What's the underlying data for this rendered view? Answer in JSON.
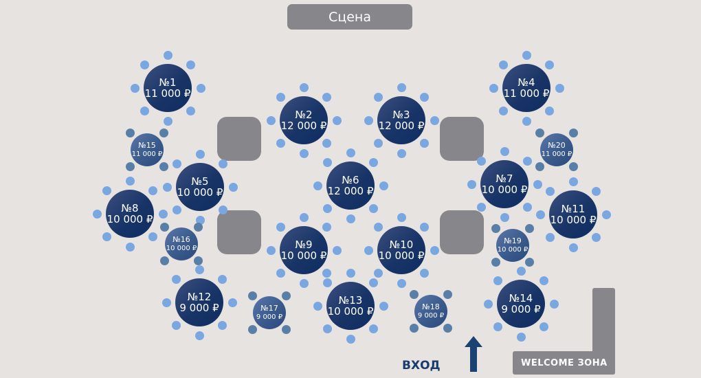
{
  "stage": {
    "label": "Сцена"
  },
  "entrance": {
    "label": "ВХОД"
  },
  "welcome": {
    "label": "WELCOME ЗОНА"
  },
  "colors": {
    "seat_big": "#7ba7e0",
    "seat_small": "#5a7fa6",
    "block": "#87868b",
    "text_dark": "#1a3b6e"
  },
  "tables": [
    {
      "num": "№1",
      "price": "11 000 ₽",
      "size": "big"
    },
    {
      "num": "№2",
      "price": "12 000 ₽",
      "size": "big"
    },
    {
      "num": "№3",
      "price": "12 000 ₽",
      "size": "big"
    },
    {
      "num": "№4",
      "price": "11 000 ₽",
      "size": "big"
    },
    {
      "num": "№5",
      "price": "10 000 ₽",
      "size": "big"
    },
    {
      "num": "№6",
      "price": "12 000 ₽",
      "size": "big"
    },
    {
      "num": "№7",
      "price": "10 000 ₽",
      "size": "big"
    },
    {
      "num": "№8",
      "price": "10 000 ₽",
      "size": "big"
    },
    {
      "num": "№9",
      "price": "10 000 ₽",
      "size": "big"
    },
    {
      "num": "№10",
      "price": "10 000 ₽",
      "size": "big"
    },
    {
      "num": "№11",
      "price": "10 000 ₽",
      "size": "big"
    },
    {
      "num": "№12",
      "price": "9 000 ₽",
      "size": "big"
    },
    {
      "num": "№13",
      "price": "10 000 ₽",
      "size": "big"
    },
    {
      "num": "№14",
      "price": "9 000 ₽",
      "size": "big"
    },
    {
      "num": "№15",
      "price": "11 000 ₽",
      "size": "small"
    },
    {
      "num": "№16",
      "price": "10 000 ₽",
      "size": "small"
    },
    {
      "num": "№17",
      "price": "9 000 ₽",
      "size": "small"
    },
    {
      "num": "№18",
      "price": "9 000 ₽",
      "size": "small"
    },
    {
      "num": "№19",
      "price": "10 000 ₽",
      "size": "small"
    },
    {
      "num": "№20",
      "price": "11 000 ₽",
      "size": "small"
    }
  ]
}
